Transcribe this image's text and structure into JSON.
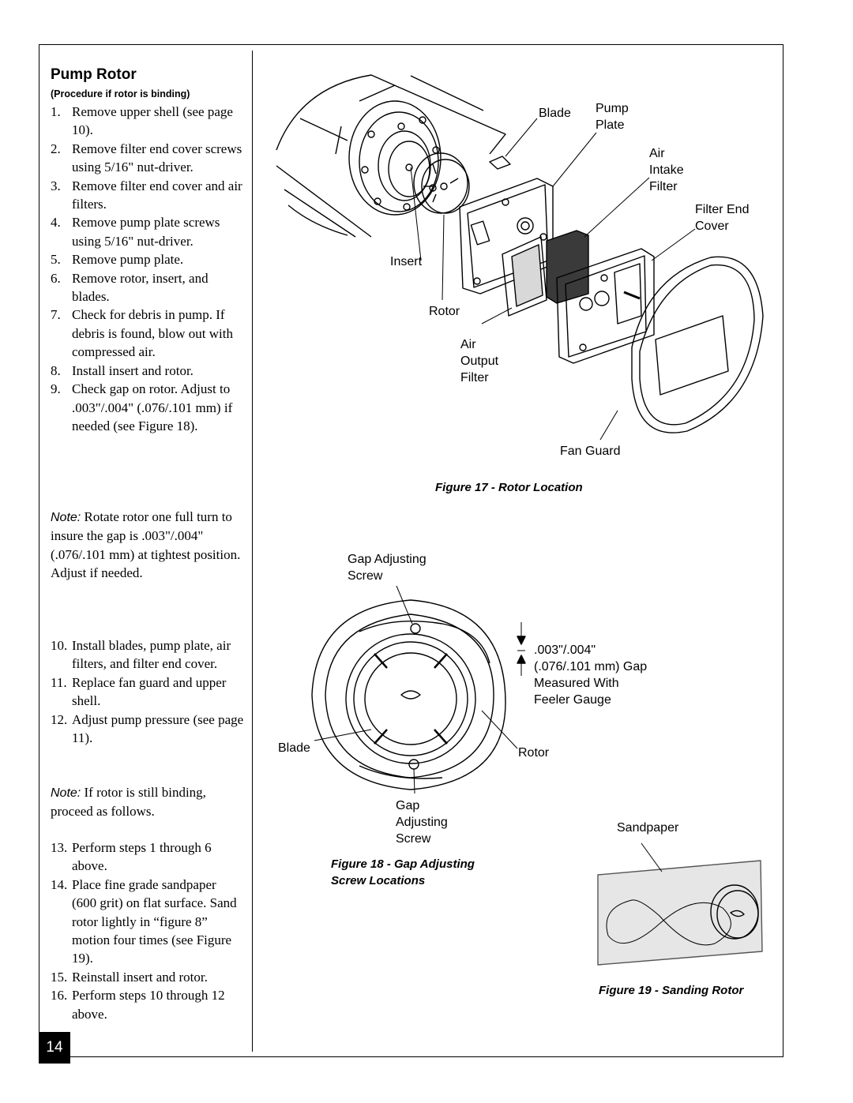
{
  "section": {
    "title": "Pump Rotor",
    "subtitle": "(Procedure if rotor is binding)"
  },
  "steps_a": [
    {
      "num": "1.",
      "text": "Remove upper shell (see page 10)."
    },
    {
      "num": "2.",
      "text": "Remove filter end cover screws using 5/16\" nut-driver."
    },
    {
      "num": "3.",
      "text": "Remove filter end cover and air filters."
    },
    {
      "num": "4.",
      "text": "Remove pump plate screws using 5/16\" nut-driver."
    },
    {
      "num": "5.",
      "text": "Remove pump plate."
    },
    {
      "num": "6.",
      "text": "Remove rotor, insert, and blades."
    },
    {
      "num": "7.",
      "text": "Check for debris in pump. If debris is found, blow out with compressed air."
    },
    {
      "num": "8.",
      "text": "Install insert and rotor."
    },
    {
      "num": "9.",
      "text": "Check gap on rotor. Adjust to .003\"/.004\" (.076/.101 mm) if needed (see Figure 18)."
    }
  ],
  "note1": {
    "label": "Note:",
    "text": " Rotate rotor one full turn to insure the gap is .003\"/.004\" (.076/.101 mm) at tightest position. Adjust if needed."
  },
  "steps_b": [
    {
      "num": "10.",
      "text": "Install blades, pump plate, air filters, and filter end cover."
    },
    {
      "num": "11.",
      "text": "Replace fan guard and upper shell."
    },
    {
      "num": "12.",
      "text": "Adjust pump pressure (see page 11)."
    }
  ],
  "note2": {
    "label": "Note:",
    "text": " If rotor is still binding, proceed as follows."
  },
  "steps_c": [
    {
      "num": "13.",
      "text": "Perform steps 1 through 6 above."
    },
    {
      "num": "14.",
      "text": "Place fine grade sandpaper (600 grit) on flat surface. Sand rotor lightly in “figure 8” motion four times (see Figure 19)."
    },
    {
      "num": "15.",
      "text": "Reinstall insert and rotor."
    },
    {
      "num": "16.",
      "text": "Perform steps 10 through 12 above."
    }
  ],
  "page_number": "14",
  "figure17": {
    "caption": "Figure 17 - Rotor Location",
    "labels": {
      "blade": "Blade",
      "pump_plate": "Pump\nPlate",
      "air_intake_filter": "Air\nIntake\nFilter",
      "filter_end_cover": "Filter End\nCover",
      "insert": "Insert",
      "rotor": "Rotor",
      "air_output_filter": "Air\nOutput\nFilter",
      "fan_guard": "Fan Guard"
    }
  },
  "figure18": {
    "caption": "Figure 18 - Gap Adjusting\nScrew Locations",
    "labels": {
      "gap_screw_top": "Gap Adjusting\nScrew",
      "gap_spec": ".003\"/.004\"\n(.076/.101 mm) Gap\nMeasured With\nFeeler Gauge",
      "blade": "Blade",
      "rotor": "Rotor",
      "gap_screw_bottom": "Gap\nAdjusting\nScrew"
    }
  },
  "figure19": {
    "caption": "Figure 19 - Sanding Rotor",
    "labels": {
      "sandpaper": "Sandpaper"
    }
  }
}
